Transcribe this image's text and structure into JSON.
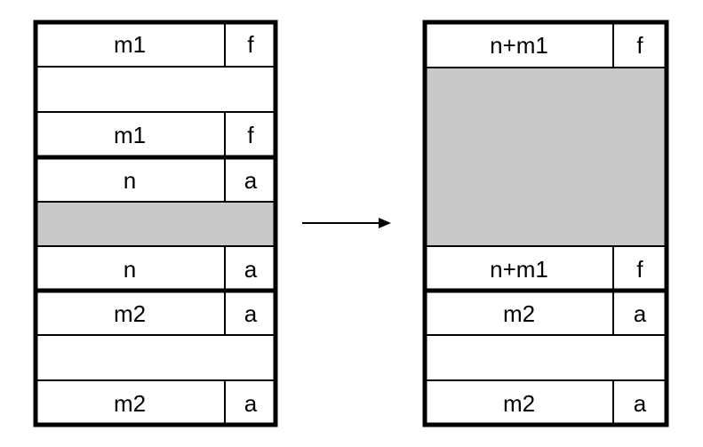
{
  "before": {
    "blocks": [
      {
        "header": {
          "size": "m1",
          "status": "f"
        },
        "shaded": false,
        "footer": {
          "size": "m1",
          "status": "f"
        }
      },
      {
        "header": {
          "size": "n",
          "status": "a"
        },
        "shaded": true,
        "footer": {
          "size": "n",
          "status": "a"
        }
      },
      {
        "header": {
          "size": "m2",
          "status": "a"
        },
        "shaded": false,
        "footer": {
          "size": "m2",
          "status": "a"
        }
      }
    ]
  },
  "after": {
    "blocks": [
      {
        "header": {
          "size": "n+m1",
          "status": "f"
        },
        "shaded": true,
        "footer": {
          "size": "n+m1",
          "status": "f"
        }
      },
      {
        "header": {
          "size": "m2",
          "status": "a"
        },
        "shaded": false,
        "footer": {
          "size": "m2",
          "status": "a"
        }
      }
    ]
  },
  "colors": {
    "shade": "#c8c8c8",
    "line": "#000000",
    "background": "#ffffff"
  }
}
